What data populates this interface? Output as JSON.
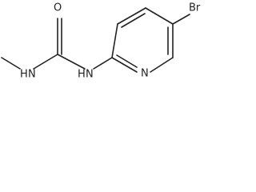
{
  "structure": {
    "atoms": {
      "bromine": "Br",
      "carbonyl_oxygen": "O",
      "methyl_amine_nh": "H",
      "methyl_amine_n": "N",
      "aryl_amine_nh": "H",
      "aryl_amine_n": "N",
      "pyridine_n": "N"
    }
  }
}
